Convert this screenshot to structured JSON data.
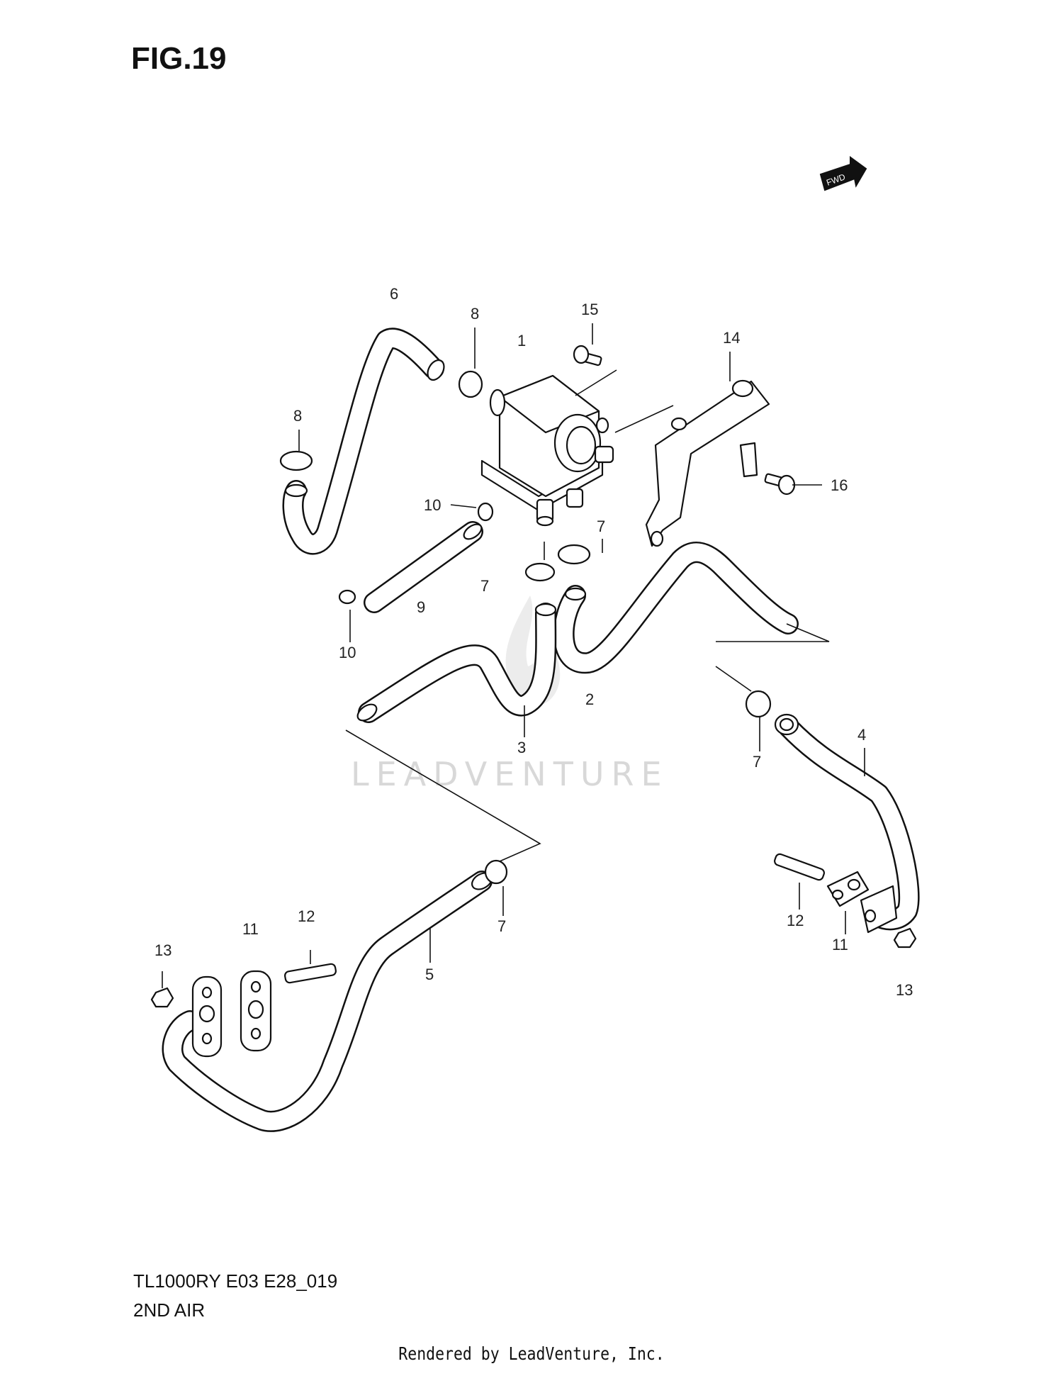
{
  "figure": {
    "title": "FIG.19"
  },
  "footer": {
    "model_code": "TL1000RY E03 E28_019",
    "name": "2ND AIR"
  },
  "credit": {
    "rendered_by": "Rendered by LeadVenture, Inc."
  },
  "watermark": {
    "text": "LEADVENTURE"
  },
  "direction": {
    "label": "FWD"
  },
  "callouts": {
    "c1": "1",
    "c2": "2",
    "c3": "3",
    "c4": "4",
    "c5": "5",
    "c6": "6",
    "c7a": "7",
    "c7b": "7",
    "c7c": "7",
    "c7d": "7",
    "c8a": "8",
    "c8b": "8",
    "c9": "9",
    "c10a": "10",
    "c10b": "10",
    "c11a": "11",
    "c11b": "11",
    "c12a": "12",
    "c12b": "12",
    "c13a": "13",
    "c13b": "13",
    "c14": "14",
    "c15": "15",
    "c16": "16"
  }
}
